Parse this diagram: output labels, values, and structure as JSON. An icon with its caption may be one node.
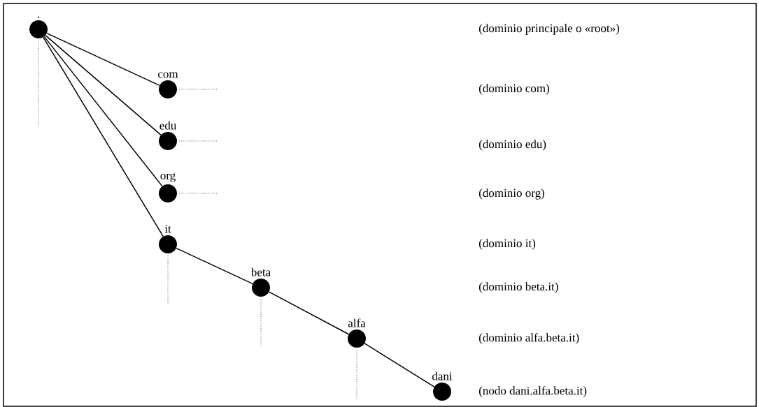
{
  "diagram": {
    "nodes": [
      {
        "text": [
          "."
        ]
      },
      {
        "text": [
          "com"
        ]
      },
      {
        "text": [
          "edu"
        ]
      },
      {
        "text": [
          "org"
        ]
      },
      {
        "text": [
          "it"
        ]
      },
      {
        "text": [
          "beta"
        ]
      },
      {
        "text": [
          "alfa"
        ]
      },
      {
        "text": [
          "dani"
        ]
      }
    ],
    "edges": [
      {
        "from": 0,
        "to": 1,
        "arrow": "none"
      },
      {
        "from": 0,
        "to": 2,
        "arrow": "none"
      },
      {
        "from": 0,
        "to": 3,
        "arrow": "none"
      },
      {
        "from": 0,
        "to": 4,
        "arrow": "none"
      },
      {
        "from": 4,
        "to": 5,
        "arrow": "none"
      },
      {
        "from": 5,
        "to": 6,
        "arrow": "none"
      },
      {
        "from": 6,
        "to": 7,
        "arrow": "none"
      }
    ],
    "labels": [
      "(dominio principale o «root»)",
      "(dominio com)",
      "(dominio edu)",
      "(dominio org)",
      "(dominio it)",
      "(dominio beta.it)",
      "(dominio alfa.beta.it)",
      "(nodo dani.alfa.beta.it)"
    ]
  }
}
